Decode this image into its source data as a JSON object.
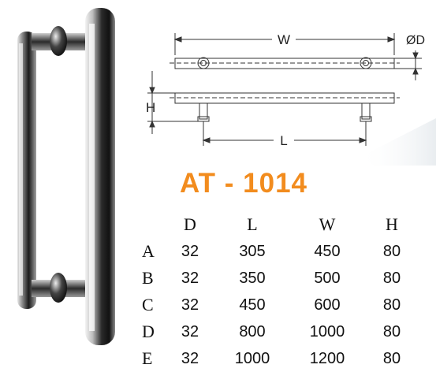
{
  "product": {
    "model": "AT - 1014"
  },
  "drawing": {
    "labels": {
      "width": "W",
      "diameter": "ØD",
      "height": "H",
      "length": "L"
    }
  },
  "table": {
    "columns": [
      "D",
      "L",
      "W",
      "H"
    ],
    "rows": [
      {
        "label": "A",
        "values": [
          "32",
          "305",
          "450",
          "80"
        ]
      },
      {
        "label": "B",
        "values": [
          "32",
          "350",
          "500",
          "80"
        ]
      },
      {
        "label": "C",
        "values": [
          "32",
          "450",
          "600",
          "80"
        ]
      },
      {
        "label": "D",
        "values": [
          "32",
          "800",
          "1000",
          "80"
        ]
      },
      {
        "label": "E",
        "values": [
          "32",
          "1000",
          "1200",
          "80"
        ]
      }
    ]
  },
  "colors": {
    "title": "#f28c1e",
    "line": "#333333",
    "steel_dark": "#1e1e1e",
    "steel_light": "#d9d9d9"
  }
}
